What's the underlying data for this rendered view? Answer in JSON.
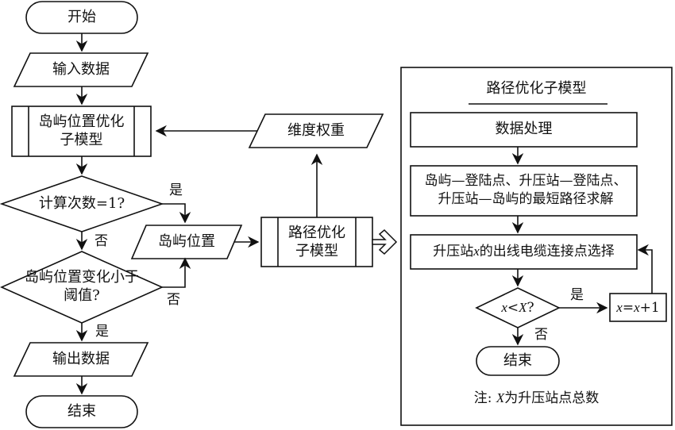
{
  "left_flow": {
    "start": "开始",
    "input": "输入数据",
    "island_model_line1": "岛屿位置优化",
    "island_model_line2": "子模型",
    "decision1": "计算次数=1?",
    "decision2_line1": "岛屿位置变化小于",
    "decision2_line2": "阈值?",
    "output": "输出数据",
    "end": "结束",
    "yes1": "是",
    "no1": "否",
    "no2": "否",
    "yes2": "是"
  },
  "middle_flow": {
    "island_position": "岛屿位置",
    "route_model_line1": "路径优化",
    "route_model_line2": "子模型",
    "weights": "维度权重"
  },
  "right_panel": {
    "title": "路径优化子模型",
    "step1": "数据处理",
    "step2_line1": "岛屿—登陆点、升压站—登陆点、",
    "step2_line2": "升压站—岛屿的最短路径求解",
    "step3_pre": "升压站",
    "step3_var": "x",
    "step3_post": "的出线电缆连接点选择",
    "decision_x": "x",
    "decision_op": "<",
    "decision_X": "X",
    "decision_q": "?",
    "increment_a": "x",
    "increment_b": "=",
    "increment_c": "x",
    "increment_d": "+1",
    "yes": "是",
    "no": "否",
    "end": "结束",
    "note_pre": "注: ",
    "note_var": "X",
    "note_post": "为升压站点总数"
  }
}
